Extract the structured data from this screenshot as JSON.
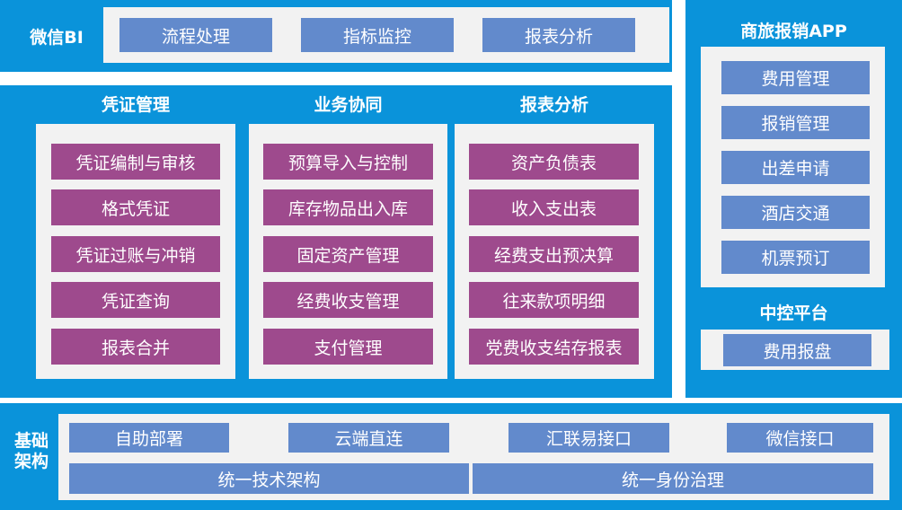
{
  "wechat_bi": {
    "label": "微信BI",
    "items": [
      "流程处理",
      "指标监控",
      "报表分析"
    ]
  },
  "middle": {
    "columns": [
      {
        "title": "凭证管理",
        "items": [
          "凭证编制与审核",
          "格式凭证",
          "凭证过账与冲销",
          "凭证查询",
          "报表合并"
        ]
      },
      {
        "title": "业务协同",
        "items": [
          "预算导入与控制",
          "库存物品出入库",
          "固定资产管理",
          "经费收支管理",
          "支付管理"
        ]
      },
      {
        "title": "报表分析",
        "items": [
          "资产负债表",
          "收入支出表",
          "经费支出预决算",
          "往来款项明细",
          "党费收支结存报表"
        ]
      }
    ]
  },
  "travel_app": {
    "title": "商旅报销APP",
    "items": [
      "费用管理",
      "报销管理",
      "出差申请",
      "酒店交通",
      "机票预订"
    ]
  },
  "control": {
    "title": "中控平台",
    "items": [
      "费用报盘"
    ]
  },
  "infra": {
    "label": "基础架构",
    "row1": [
      "自助部署",
      "云端直连",
      "汇联易接口",
      "微信接口"
    ],
    "row2": [
      "统一技术架构",
      "统一身份治理"
    ]
  },
  "colors": {
    "band": "#0A93DA",
    "panel": "#F2F2F2",
    "blue_item": "#628ACC",
    "purple_item": "#9E4A8D"
  }
}
